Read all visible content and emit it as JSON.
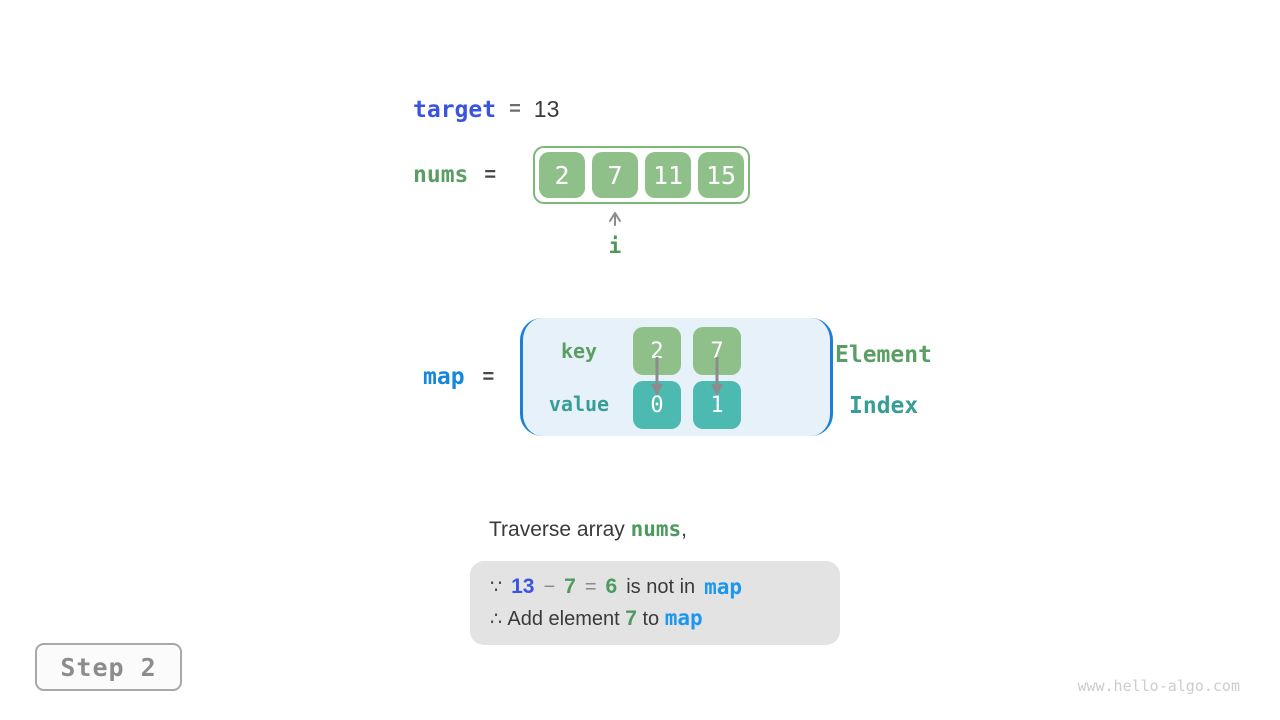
{
  "colors": {
    "cell_green": "#8fc08a",
    "cell_teal": "#4dbab2",
    "label_green": "#5b9e63",
    "label_teal": "#379e96",
    "royal_blue": "#3b54e0",
    "azure_blue": "#1d97ee",
    "bracket_blue": "#1a7fd6",
    "map_bg": "#e7f1f9",
    "note_bg": "#e3e3e3",
    "arrow_gray": "#8c8c8c"
  },
  "target_row": {
    "label": "target",
    "eq": "=",
    "value": "13"
  },
  "nums_row": {
    "label": "nums",
    "eq": "=",
    "cells": [
      "2",
      "7",
      "11",
      "15"
    ],
    "pointer": "i"
  },
  "map_row": {
    "label": "map",
    "eq": "=",
    "key_label": "key",
    "value_label": "value",
    "keys": [
      "2",
      "7"
    ],
    "values": [
      "0",
      "1"
    ],
    "element_label": "Element",
    "index_label": "Index"
  },
  "caption": {
    "before": "Traverse array ",
    "code": "nums",
    "after": ","
  },
  "note": {
    "line1": {
      "sym": "∵",
      "minuend": "13",
      "minus": "−",
      "subtrahend": "7",
      "eq": "=",
      "difference": "6",
      "text": "is not in",
      "code": "map"
    },
    "line2": {
      "sym": "∴ ",
      "before": "Add element ",
      "value": "7",
      "between": " to ",
      "code": "map"
    }
  },
  "step_label": "Step 2",
  "watermark": "www.hello-algo.com"
}
